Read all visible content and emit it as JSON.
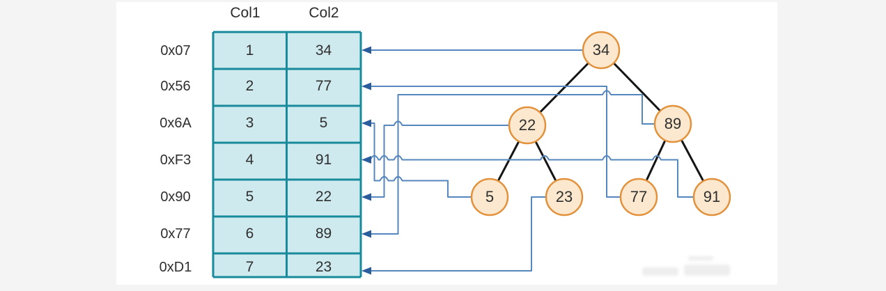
{
  "table": {
    "headers": [
      "Col1",
      "Col2"
    ],
    "rows": [
      {
        "address": "0x07",
        "col1": "1",
        "col2": "34"
      },
      {
        "address": "0x56",
        "col1": "2",
        "col2": "77"
      },
      {
        "address": "0x6A",
        "col1": "3",
        "col2": "5"
      },
      {
        "address": "0xF3",
        "col1": "4",
        "col2": "91"
      },
      {
        "address": "0x90",
        "col1": "5",
        "col2": "22"
      },
      {
        "address": "0x77",
        "col1": "6",
        "col2": "89"
      },
      {
        "address": "0xD1",
        "col1": "7",
        "col2": "23"
      }
    ]
  },
  "tree": {
    "nodes": [
      {
        "id": "34",
        "value": "34"
      },
      {
        "id": "22",
        "value": "22"
      },
      {
        "id": "89",
        "value": "89"
      },
      {
        "id": "5",
        "value": "5"
      },
      {
        "id": "23",
        "value": "23"
      },
      {
        "id": "77",
        "value": "77"
      },
      {
        "id": "91",
        "value": "91"
      }
    ],
    "edges": [
      [
        "34",
        "22"
      ],
      [
        "34",
        "89"
      ],
      [
        "22",
        "5"
      ],
      [
        "22",
        "23"
      ],
      [
        "89",
        "77"
      ],
      [
        "89",
        "91"
      ]
    ],
    "pointers": [
      {
        "from_node": "34",
        "to_row": "0x07"
      },
      {
        "from_node": "77",
        "to_row": "0x56"
      },
      {
        "from_node": "5",
        "to_row": "0x6A"
      },
      {
        "from_node": "91",
        "to_row": "0xF3"
      },
      {
        "from_node": "22",
        "to_row": "0x90"
      },
      {
        "from_node": "89",
        "to_row": "0x77"
      },
      {
        "from_node": "23",
        "to_row": "0xD1"
      }
    ]
  },
  "colors": {
    "cell_fill": "#cfeaee",
    "table_border": "#178b9b",
    "node_fill": "#fce8ce",
    "node_border": "#e2923d",
    "connector": "#5586bd",
    "arrowhead": "#2b5c9c",
    "tree_edge": "#151515",
    "background": "#f4f4f5",
    "content_background": "#ffffff"
  }
}
